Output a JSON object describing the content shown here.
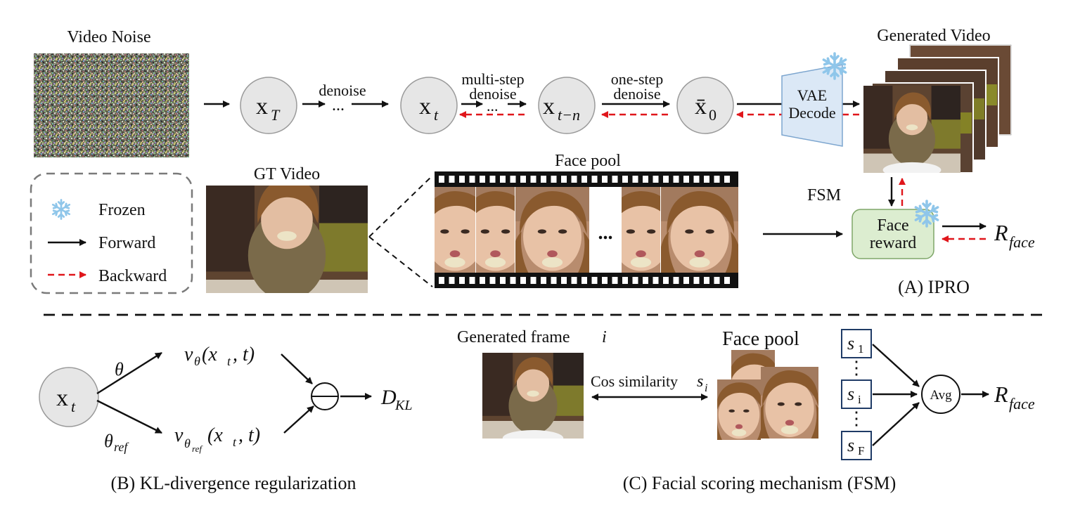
{
  "top": {
    "video_noise_label": "Video Noise",
    "nodes": {
      "xT": "x",
      "xT_sub": "T",
      "xt": "x",
      "xt_sub": "t",
      "xtn": "x",
      "xtn_sub": "t−n",
      "x0": "x̄",
      "x0_sub": "0"
    },
    "denoise": "denoise",
    "ellipsis": "...",
    "multi_step_l1": "multi-step",
    "multi_step_l2": "denoise",
    "one_step_l1": "one-step",
    "one_step_l2": "denoise",
    "vae_l1": "VAE",
    "vae_l2": "Decode",
    "generated_video_label": "Generated Video",
    "gt_video_label": "GT Video",
    "face_pool_label": "Face pool",
    "film_ellipsis": "...",
    "fsm_label": "FSM",
    "face_reward_l1": "Face",
    "face_reward_l2": "reward",
    "r_face_main": "R",
    "r_face_sub": "face",
    "caption": "(A) IPRO"
  },
  "legend": {
    "frozen": "Frozen",
    "forward": "Forward",
    "backward": "Backward"
  },
  "kl": {
    "node_main": "x",
    "node_sub": "t",
    "theta": "θ",
    "theta_ref_main": "θ",
    "theta_ref_sub": "ref",
    "v_theta": "v",
    "v_theta_sub": "θ",
    "v_args": "(x",
    "v_args_sub": "t",
    "v_args_end": ", t)",
    "v_ref": "v",
    "v_ref_sub": "θ",
    "v_ref_subsub": "ref",
    "d_kl_main": "D",
    "d_kl_sub": "KL",
    "caption": "(B) KL-divergence regularization"
  },
  "fsm": {
    "generated_frame_label": "Generated frame ",
    "generated_frame_var": "i",
    "cos_label": "Cos similarity ",
    "cos_var": "s",
    "cos_var_sub": "i",
    "face_pool_label": "Face pool",
    "scores": [
      {
        "main": "s",
        "sub": "1"
      },
      {
        "main": "s",
        "sub": "i"
      },
      {
        "main": "s",
        "sub": "F"
      }
    ],
    "vdots": "⋮",
    "avg": "Avg",
    "r_face_main": "R",
    "r_face_sub": "face",
    "caption": "(C) Facial scoring mechanism (FSM)"
  },
  "colors": {
    "forward": "#111111",
    "backward": "#e0161b",
    "node_fill": "#e6e6e6",
    "vae_fill": "#dbe8f6",
    "face_reward_fill": "#dcedd0",
    "snowflake": "#8fc6ea"
  }
}
